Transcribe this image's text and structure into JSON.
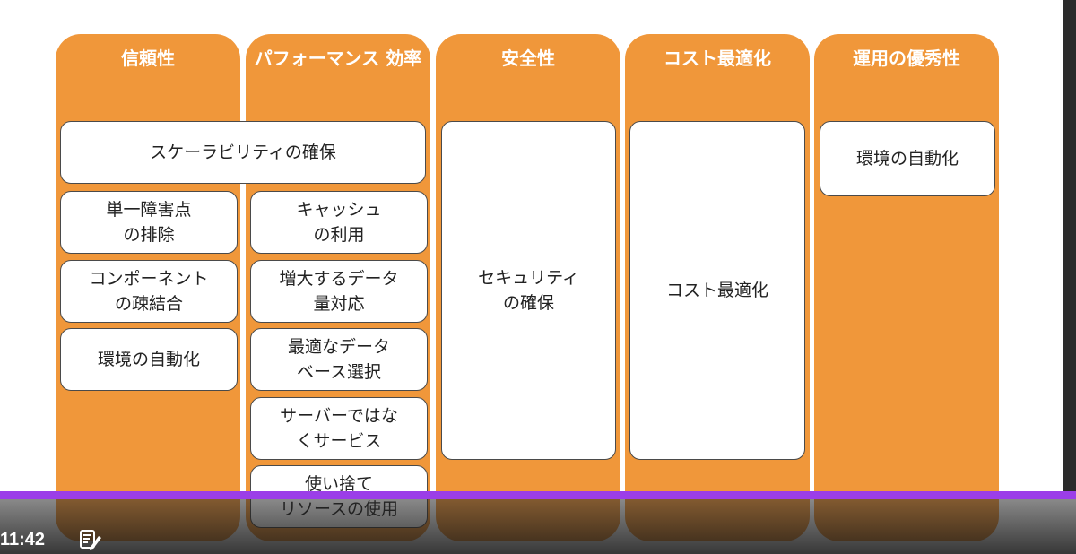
{
  "columns": [
    {
      "title": "信頼性"
    },
    {
      "title": "パフォーマンス\n効率"
    },
    {
      "title": "安全性"
    },
    {
      "title": "コスト最適化"
    },
    {
      "title": "運用の優秀性"
    }
  ],
  "boxes": {
    "scalability": "スケーラビリティの確保",
    "spof": "単一障害点\nの排除",
    "loose_coupling": "コンポーネント\nの疎結合",
    "automation_reliability": "環境の自動化",
    "cache": "キャッシュ\nの利用",
    "data_growth": "増大するデータ\n量対応",
    "db_selection": "最適なデータ\nベース選択",
    "serverless": "サーバーではな\nくサービス",
    "disposable": "使い捨て\nリソースの使用",
    "security": "セキュリティ\nの確保",
    "cost": "コスト最適化",
    "automation_ops": "環境の自動化"
  },
  "status": {
    "time": "11:42",
    "icon": "note-edit-icon"
  },
  "colors": {
    "column": "#f0973a",
    "progress": "#9b3ee8"
  }
}
